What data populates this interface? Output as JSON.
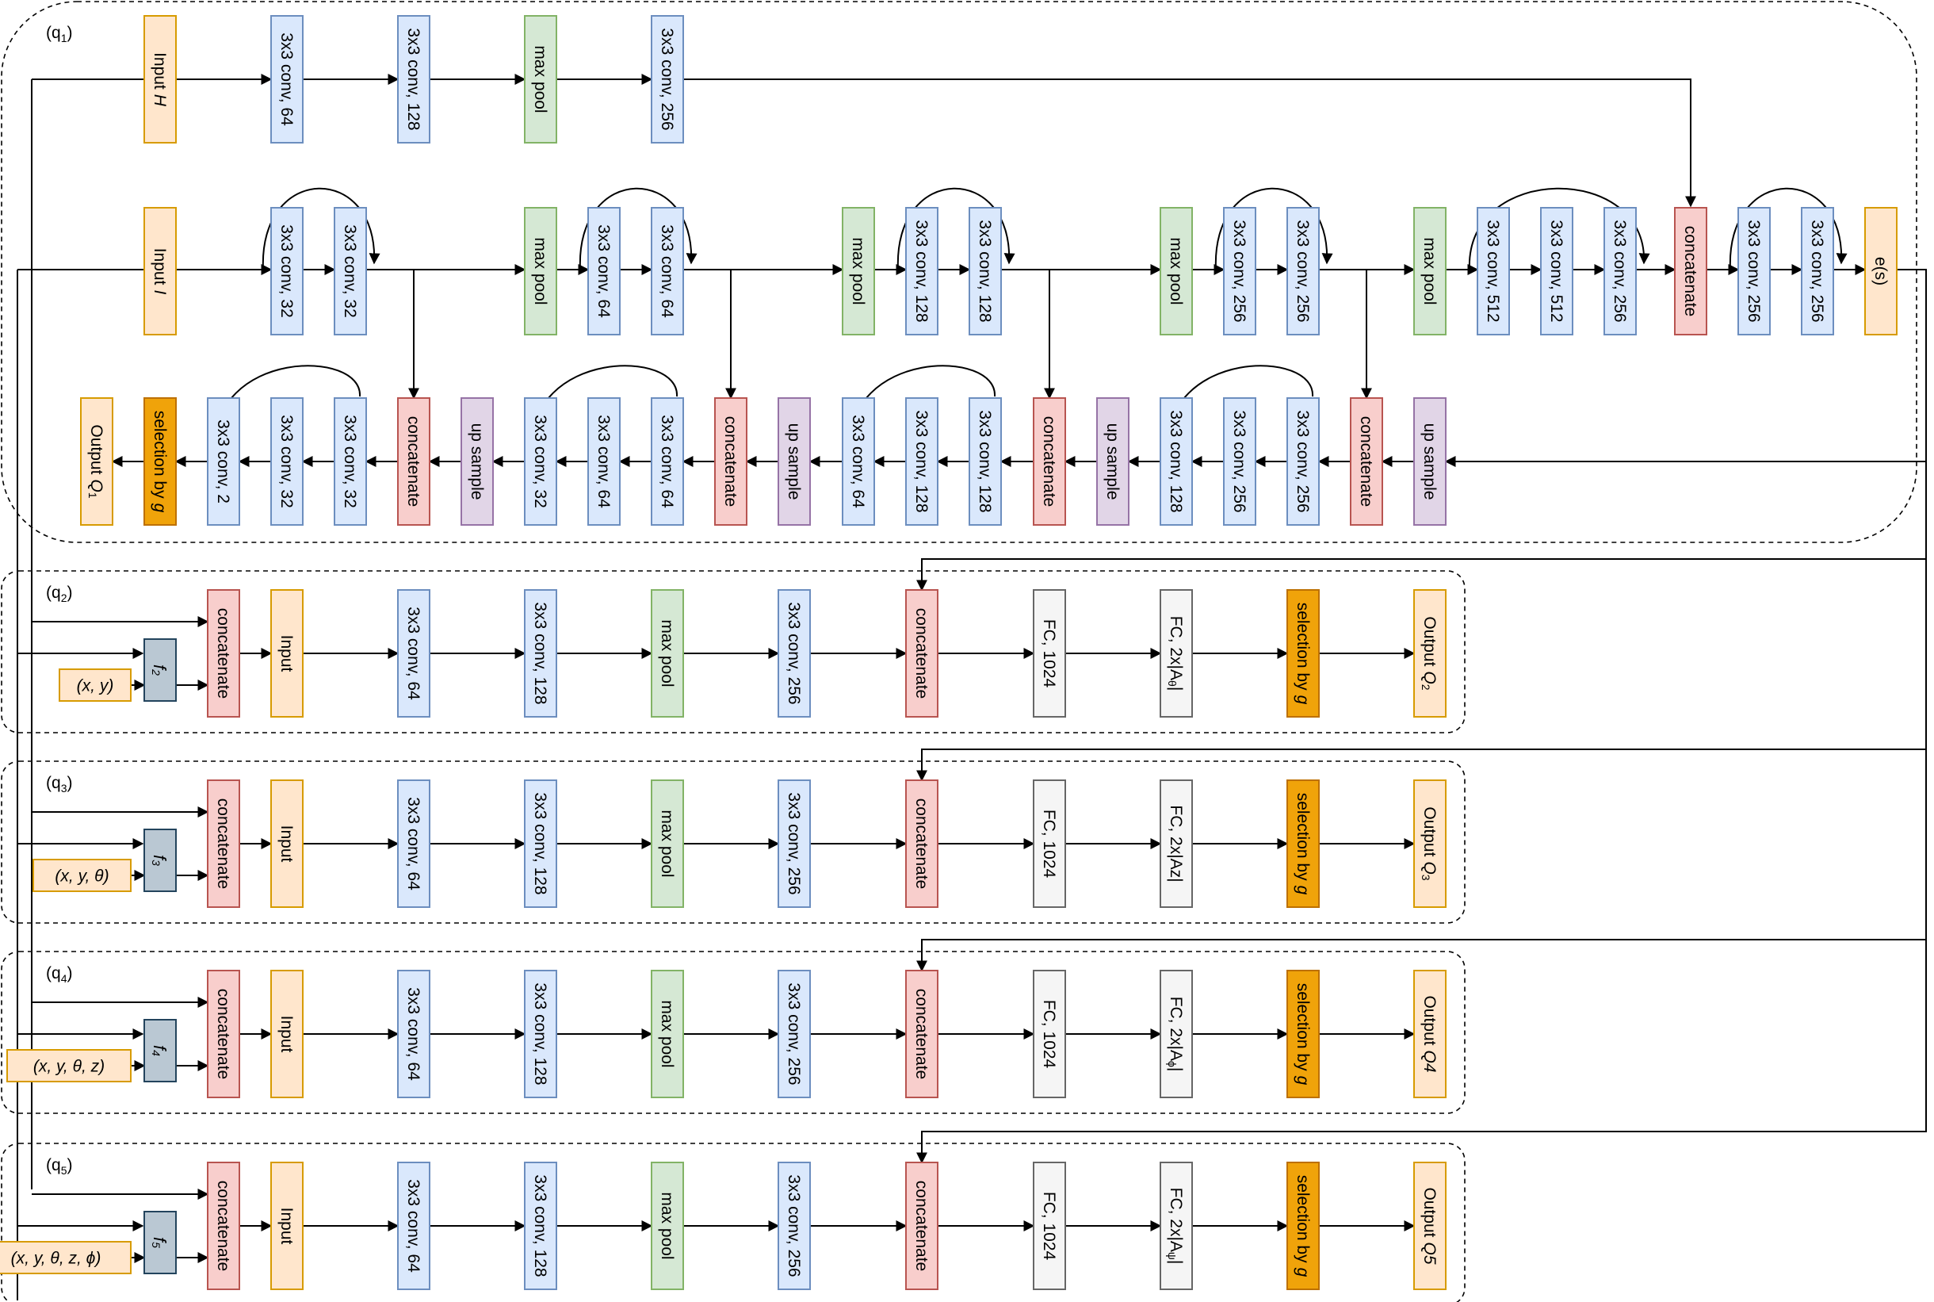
{
  "colors": {
    "conv": [
      "#dae8fc",
      "#6c8ebf"
    ],
    "pool": [
      "#d5e8d4",
      "#82b366"
    ],
    "io": [
      "#ffe6cc",
      "#d79b00"
    ],
    "concat": [
      "#f8cecc",
      "#b85450"
    ],
    "upsample": [
      "#e1d5e7",
      "#9673a6"
    ],
    "fc": [
      "#f5f5f5",
      "#666666"
    ],
    "select": [
      "#f0a30a",
      "#bd7000"
    ],
    "func": [
      "#bac8d3",
      "#23445d"
    ]
  },
  "group_labels": {
    "q1": {
      "base": "(q",
      "sub": "1",
      "close": ")"
    },
    "q2": {
      "base": "(q",
      "sub": "2",
      "close": ")"
    },
    "q3": {
      "base": "(q",
      "sub": "3",
      "close": ")"
    },
    "q4": {
      "base": "(q",
      "sub": "4",
      "close": ")"
    },
    "q5": {
      "base": "(q",
      "sub": "5",
      "close": ")"
    }
  },
  "q1": {
    "row_h": [
      {
        "kind": "io",
        "label": "Input",
        "italic": "H"
      },
      {
        "kind": "conv",
        "label": "3x3 conv, 64"
      },
      {
        "kind": "conv",
        "label": "3x3 conv, 128"
      },
      {
        "kind": "pool",
        "label": "max pool"
      },
      {
        "kind": "conv",
        "label": "3x3 conv, 256"
      }
    ],
    "row_i": [
      {
        "kind": "io",
        "label": "Input",
        "italic": "I"
      },
      {
        "kind": "conv",
        "label": "3x3 conv, 32"
      },
      {
        "kind": "conv",
        "label": "3x3 conv, 32"
      },
      {
        "kind": "pool",
        "label": "max pool"
      },
      {
        "kind": "conv",
        "label": "3x3 conv, 64"
      },
      {
        "kind": "conv",
        "label": "3x3 conv, 64"
      },
      {
        "kind": "pool",
        "label": "max pool"
      },
      {
        "kind": "conv",
        "label": "3x3 conv, 128"
      },
      {
        "kind": "conv",
        "label": "3x3 conv, 128"
      },
      {
        "kind": "pool",
        "label": "max pool"
      },
      {
        "kind": "conv",
        "label": "3x3 conv, 256"
      },
      {
        "kind": "conv",
        "label": "3x3 conv, 256"
      },
      {
        "kind": "pool",
        "label": "max pool"
      },
      {
        "kind": "conv",
        "label": "3x3 conv, 512"
      },
      {
        "kind": "conv",
        "label": "3x3 conv, 512"
      },
      {
        "kind": "conv",
        "label": "3x3 conv, 256"
      },
      {
        "kind": "concat",
        "label": "concatenate"
      },
      {
        "kind": "conv",
        "label": "3x3 conv, 256"
      },
      {
        "kind": "conv",
        "label": "3x3 conv, 256"
      },
      {
        "kind": "io",
        "label": "e(s)"
      }
    ],
    "row_up": [
      {
        "kind": "io",
        "label": "Output",
        "italic": "Q",
        "sub": "1"
      },
      {
        "kind": "select",
        "label": "selection by",
        "italic": "g"
      },
      {
        "kind": "conv",
        "label": "3x3 conv, 2"
      },
      {
        "kind": "conv",
        "label": "3x3 conv, 32"
      },
      {
        "kind": "conv",
        "label": "3x3 conv, 32"
      },
      {
        "kind": "concat",
        "label": "concatenate"
      },
      {
        "kind": "upsample",
        "label": "up sample"
      },
      {
        "kind": "conv",
        "label": "3x3 conv, 32"
      },
      {
        "kind": "conv",
        "label": "3x3 conv, 64"
      },
      {
        "kind": "conv",
        "label": "3x3 conv, 64"
      },
      {
        "kind": "concat",
        "label": "concatenate"
      },
      {
        "kind": "upsample",
        "label": "up sample"
      },
      {
        "kind": "conv",
        "label": "3x3 conv, 64"
      },
      {
        "kind": "conv",
        "label": "3x3 conv, 128"
      },
      {
        "kind": "conv",
        "label": "3x3 conv, 128"
      },
      {
        "kind": "concat",
        "label": "concatenate"
      },
      {
        "kind": "upsample",
        "label": "up sample"
      },
      {
        "kind": "conv",
        "label": "3x3 conv, 128"
      },
      {
        "kind": "conv",
        "label": "3x3 conv, 256"
      },
      {
        "kind": "conv",
        "label": "3x3 conv, 256"
      },
      {
        "kind": "concat",
        "label": "concatenate"
      },
      {
        "kind": "upsample",
        "label": "up sample"
      }
    ]
  },
  "heads": [
    {
      "id": "q2",
      "func": "f",
      "func_sub": "2",
      "coords": "(x, y)",
      "blocks": [
        {
          "kind": "concat",
          "label": "concatenate"
        },
        {
          "kind": "io",
          "label": "Input"
        },
        {
          "kind": "conv",
          "label": "3x3 conv, 64"
        },
        {
          "kind": "conv",
          "label": "3x3 conv, 128"
        },
        {
          "kind": "pool",
          "label": "max pool"
        },
        {
          "kind": "conv",
          "label": "3x3 conv, 256"
        },
        {
          "kind": "concat",
          "label": "concatenate"
        },
        {
          "kind": "fc",
          "label": "FC, 1024"
        },
        {
          "kind": "fc",
          "label": "FC, 2x|A",
          "sub": "θ",
          "tail": "|"
        },
        {
          "kind": "select",
          "label": "selection by",
          "italic": "g"
        },
        {
          "kind": "io",
          "label": "Output",
          "italic": "Q",
          "sub": "2"
        }
      ]
    },
    {
      "id": "q3",
      "func": "f",
      "func_sub": "3",
      "coords": "(x, y, θ)",
      "blocks": [
        {
          "kind": "concat",
          "label": "concatenate"
        },
        {
          "kind": "io",
          "label": "Input"
        },
        {
          "kind": "conv",
          "label": "3x3 conv, 64"
        },
        {
          "kind": "conv",
          "label": "3x3 conv, 128"
        },
        {
          "kind": "pool",
          "label": "max pool"
        },
        {
          "kind": "conv",
          "label": "3x3 conv, 256"
        },
        {
          "kind": "concat",
          "label": "concatenate"
        },
        {
          "kind": "fc",
          "label": "FC, 1024"
        },
        {
          "kind": "fc",
          "label": "FC, 2x|Az|"
        },
        {
          "kind": "select",
          "label": "selection by",
          "italic": "g"
        },
        {
          "kind": "io",
          "label": "Output",
          "italic": "Q",
          "sub": "3"
        }
      ]
    },
    {
      "id": "q4",
      "func": "f",
      "func_sub": "4",
      "coords": "(x, y, θ, z)",
      "blocks": [
        {
          "kind": "concat",
          "label": "concatenate"
        },
        {
          "kind": "io",
          "label": "Input"
        },
        {
          "kind": "conv",
          "label": "3x3 conv, 64"
        },
        {
          "kind": "conv",
          "label": "3x3 conv, 128"
        },
        {
          "kind": "pool",
          "label": "max pool"
        },
        {
          "kind": "conv",
          "label": "3x3 conv, 256"
        },
        {
          "kind": "concat",
          "label": "concatenate"
        },
        {
          "kind": "fc",
          "label": "FC, 1024"
        },
        {
          "kind": "fc",
          "label": "FC, 2x|A",
          "sub": "ϕ",
          "tail": "|"
        },
        {
          "kind": "select",
          "label": "selection by",
          "italic": "g"
        },
        {
          "kind": "io",
          "label": "Output",
          "italic": "Q4"
        }
      ]
    },
    {
      "id": "q5",
      "func": "f",
      "func_sub": "5",
      "coords": "(x, y, θ, z, ϕ)",
      "blocks": [
        {
          "kind": "concat",
          "label": "concatenate"
        },
        {
          "kind": "io",
          "label": "Input"
        },
        {
          "kind": "conv",
          "label": "3x3 conv, 64"
        },
        {
          "kind": "conv",
          "label": "3x3 conv, 128"
        },
        {
          "kind": "pool",
          "label": "max pool"
        },
        {
          "kind": "conv",
          "label": "3x3 conv, 256"
        },
        {
          "kind": "concat",
          "label": "concatenate"
        },
        {
          "kind": "fc",
          "label": "FC, 1024"
        },
        {
          "kind": "fc",
          "label": "FC, 2x|A",
          "sub": "ψ",
          "tail": "|"
        },
        {
          "kind": "select",
          "label": "selection by",
          "italic": "g"
        },
        {
          "kind": "io",
          "label": "Output",
          "italic": "Q5"
        }
      ]
    }
  ]
}
